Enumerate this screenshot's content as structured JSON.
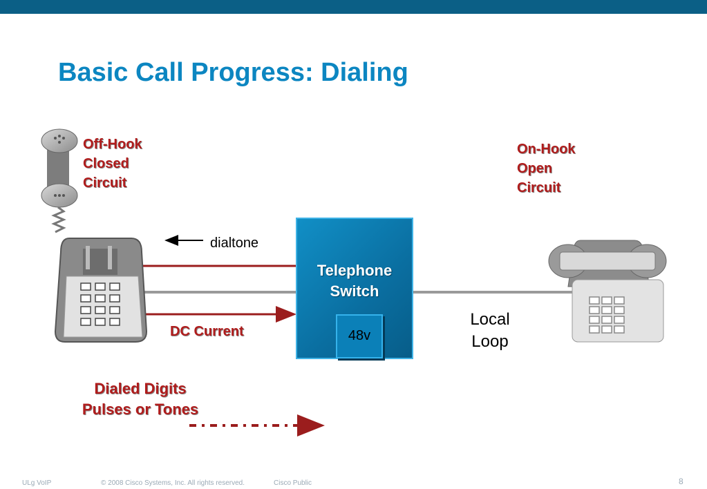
{
  "slide": {
    "title": "Basic Call Progress: Dialing",
    "page_number": "8"
  },
  "footer": {
    "course": "ULg VoIP",
    "copyright": "© 2008 Cisco Systems, Inc. All rights reserved.",
    "classification": "Cisco Public"
  },
  "left_phone": {
    "state_lines": [
      "Off-Hook",
      "Closed",
      "Circuit"
    ]
  },
  "right_phone": {
    "state_lines": [
      "On-Hook",
      "Open",
      "Circuit"
    ]
  },
  "switch": {
    "label_lines": [
      "Telephone",
      "Switch"
    ],
    "battery": "48v"
  },
  "labels": {
    "dialtone": "dialtone",
    "dc_current": "DC Current",
    "local_loop_lines": [
      "Local",
      "Loop"
    ],
    "dialed_lines": [
      "Dialed Digits",
      "Pulses or Tones"
    ]
  },
  "colors": {
    "title": "#0c86c1",
    "top_bar": "#0b5f86",
    "red_text": "#b01c1c",
    "switch_fill": "#0a6ea0",
    "line_gray": "#9a9a9a"
  }
}
